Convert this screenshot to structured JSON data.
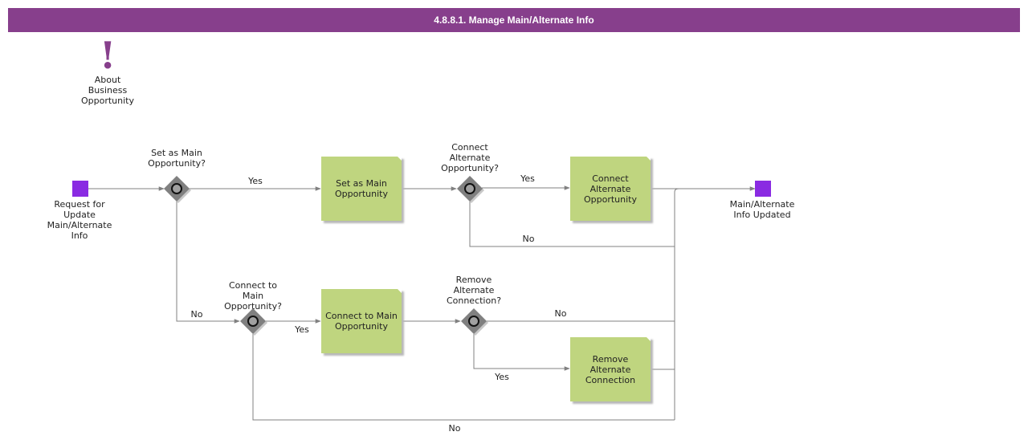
{
  "title": "4.8.8.1. Manage Main/Alternate Info",
  "colors": {
    "title_bar": "#873f8c",
    "task_fill": "#bfd57f",
    "event_fill": "#8a2be2",
    "gateway_fill": "#808080",
    "line": "#808080"
  },
  "annotation": {
    "icon": "exclamation-icon",
    "label": "About\nBusiness\nOpportunity"
  },
  "start_event": {
    "label": "Request for\nUpdate\nMain/Alternate\nInfo"
  },
  "end_event": {
    "label": "Main/Alternate\nInfo Updated"
  },
  "gateways": {
    "g1": "Set as Main\nOpportunity?",
    "g2": "Connect\nAlternate\nOpportunity?",
    "g3": "Connect to\nMain\nOpportunity?",
    "g4": "Remove\nAlternate\nConnection?"
  },
  "tasks": {
    "t1": "Set as Main\nOpportunity",
    "t2": "Connect\nAlternate\nOpportunity",
    "t3": "Connect to Main\nOpportunity",
    "t4": "Remove\nAlternate\nConnection"
  },
  "flow_labels": {
    "g1_yes": "Yes",
    "g1_no": "No",
    "g2_yes": "Yes",
    "g2_no": "No",
    "g3_yes": "Yes",
    "g3_no": "No",
    "g4_yes": "Yes",
    "g4_no": "No"
  }
}
